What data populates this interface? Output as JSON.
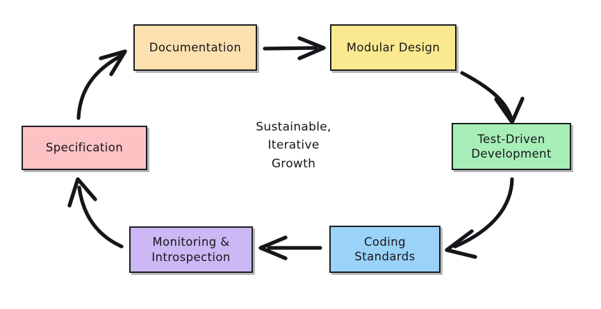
{
  "diagram": {
    "type": "cycle-flowchart",
    "center_label": [
      "Sustainable,",
      "Iterative",
      "Growth"
    ],
    "nodes": [
      {
        "id": "documentation",
        "label": "Documentation",
        "lines": [
          "Documentation"
        ],
        "color": "#fce0b0",
        "border": "#1b1b1f"
      },
      {
        "id": "modular",
        "label": "Modular Design",
        "lines": [
          "Modular Design"
        ],
        "color": "#fae98f",
        "border": "#1b1b1f"
      },
      {
        "id": "tdd",
        "label": "Test-Driven Development",
        "lines": [
          "Test-Driven",
          "Development"
        ],
        "color": "#a7eeb8",
        "border": "#1b1b1f"
      },
      {
        "id": "coding",
        "label": "Coding Standards",
        "lines": [
          "Coding",
          "Standards"
        ],
        "color": "#9bd2f7",
        "border": "#1b1b1f"
      },
      {
        "id": "monitoring",
        "label": "Monitoring & Introspection",
        "lines": [
          "Monitoring &",
          "Introspection"
        ],
        "color": "#ccb8f5",
        "border": "#1b1b1f"
      },
      {
        "id": "specification",
        "label": "Specification",
        "lines": [
          "Specification"
        ],
        "color": "#fcc2c4",
        "border": "#1b1b1f"
      }
    ],
    "edges": [
      {
        "id": "documentation-to-modular",
        "from": "documentation",
        "to": "modular",
        "style": "straight",
        "direction": "right"
      },
      {
        "id": "modular-to-tdd",
        "from": "modular",
        "to": "tdd",
        "style": "curved",
        "direction": "down-right"
      },
      {
        "id": "tdd-to-coding",
        "from": "tdd",
        "to": "coding",
        "style": "curved",
        "direction": "down-left"
      },
      {
        "id": "coding-to-monitoring",
        "from": "coding",
        "to": "monitoring",
        "style": "straight",
        "direction": "left"
      },
      {
        "id": "monitoring-to-specification",
        "from": "monitoring",
        "to": "specification",
        "style": "curved",
        "direction": "up-left"
      },
      {
        "id": "specification-to-documentation",
        "from": "specification",
        "to": "documentation",
        "style": "curved",
        "direction": "up-right"
      }
    ],
    "stroke_color": "#15151a",
    "background": "#ffffff"
  }
}
